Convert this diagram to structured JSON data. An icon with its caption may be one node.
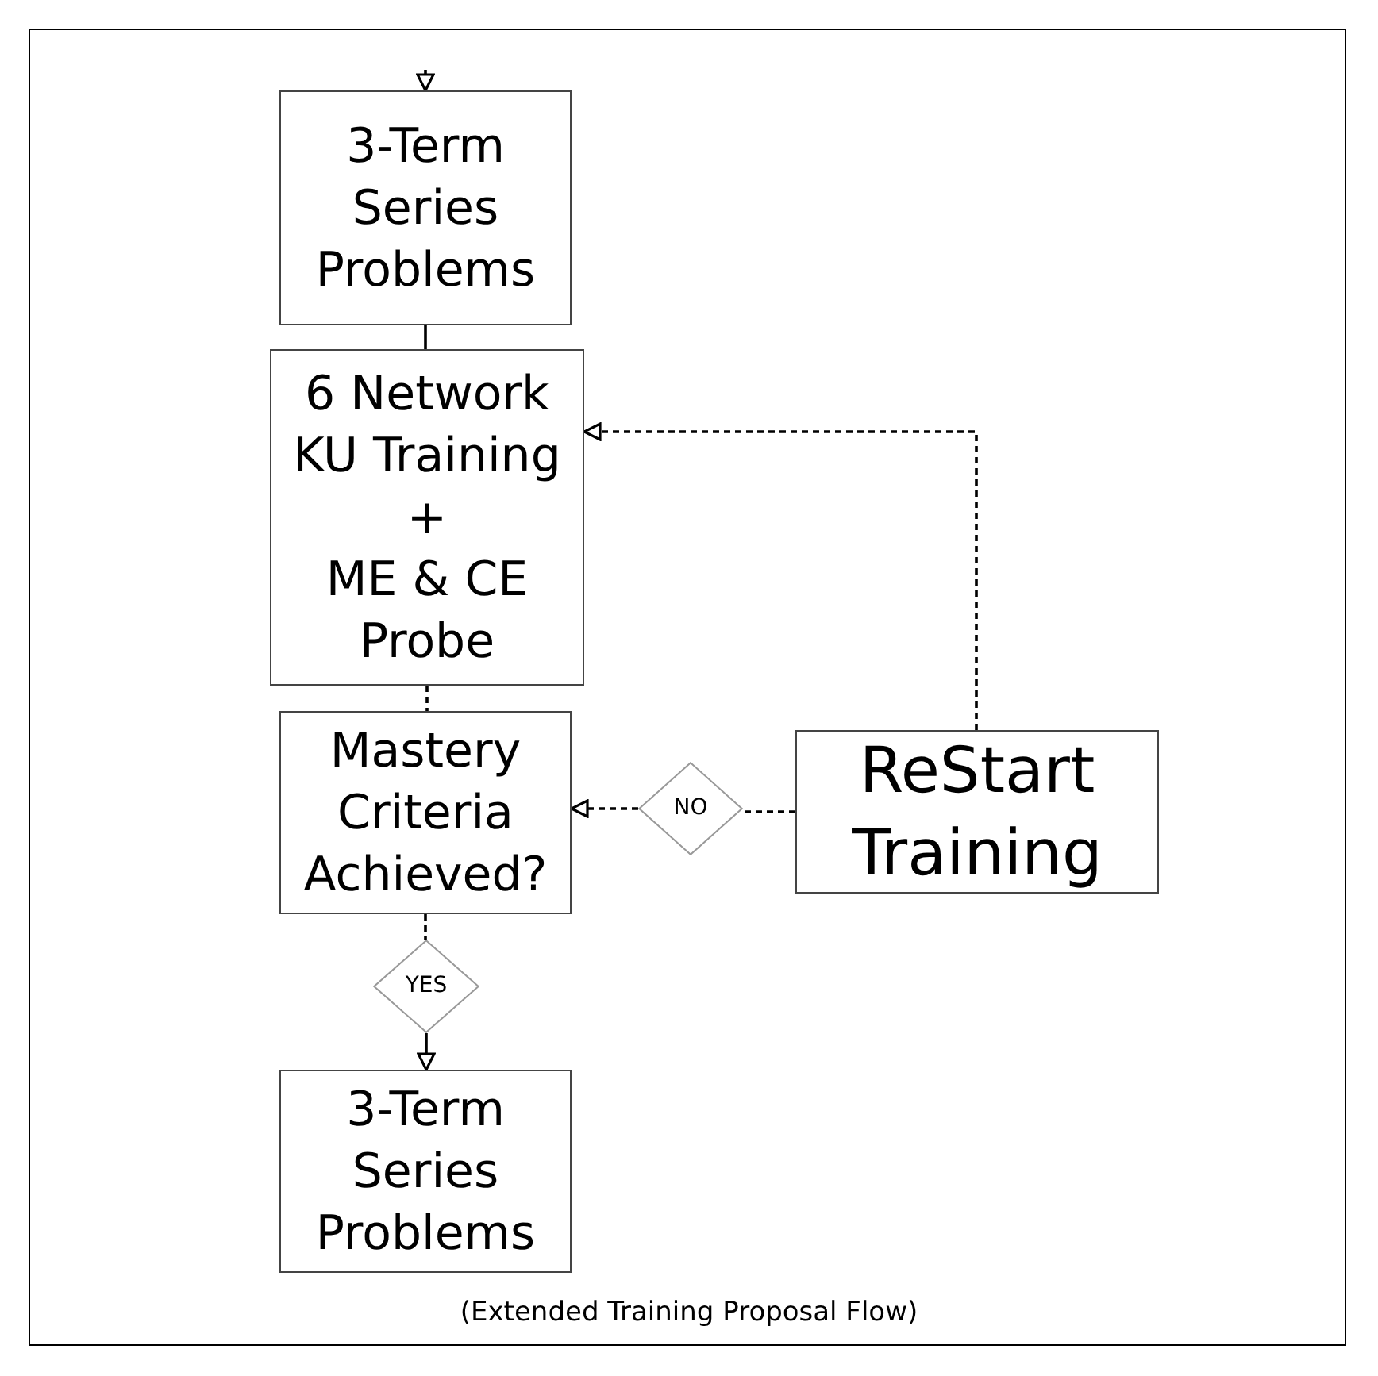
{
  "diagram": {
    "caption": "(Extended Training Proposal Flow)",
    "nodes": [
      {
        "text": [
          "3-Term Series Problems"
        ]
      },
      {
        "text": [
          "6 Network KU Training",
          "+",
          "ME & CE Probe"
        ]
      },
      {
        "text": [
          "Mastery Criteria Achieved?"
        ]
      },
      {
        "text": [
          "NO"
        ]
      },
      {
        "text": [
          "ReStart Training"
        ]
      },
      {
        "text": [
          "YES"
        ]
      },
      {
        "text": [
          "3-Term Series Problems"
        ]
      }
    ],
    "edges": [
      {
        "from": null,
        "to": 0,
        "arrow": "to"
      },
      {
        "from": 0,
        "to": 1,
        "arrow": "none"
      },
      {
        "from": 1,
        "to": 2,
        "arrow": "none",
        "style": "dashed"
      },
      {
        "from": 2,
        "to": 5,
        "arrow": "none",
        "style": "dashed"
      },
      {
        "from": 5,
        "to": 6,
        "arrow": "to"
      },
      {
        "from": 4,
        "to": 3,
        "arrow": "none",
        "style": "dashed"
      },
      {
        "from": 3,
        "to": 2,
        "arrow": "to",
        "style": "dashed"
      },
      {
        "from": 4,
        "to": 1,
        "arrow": "to",
        "style": "dashed"
      }
    ]
  }
}
